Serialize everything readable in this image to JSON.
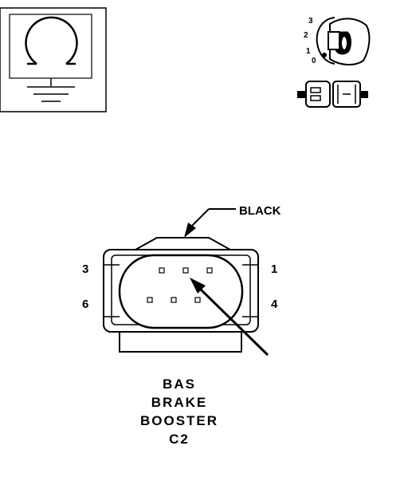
{
  "ignition_key": {
    "positions": [
      "3",
      "2",
      "1",
      "0"
    ]
  },
  "connector": {
    "color_label": "BLACK",
    "pin_labels": {
      "top_left": "3",
      "top_right": "1",
      "bottom_left": "6",
      "bottom_right": "4"
    }
  },
  "title": {
    "line1": "BAS",
    "line2": "BRAKE",
    "line3": "BOOSTER",
    "line4": "C2"
  }
}
